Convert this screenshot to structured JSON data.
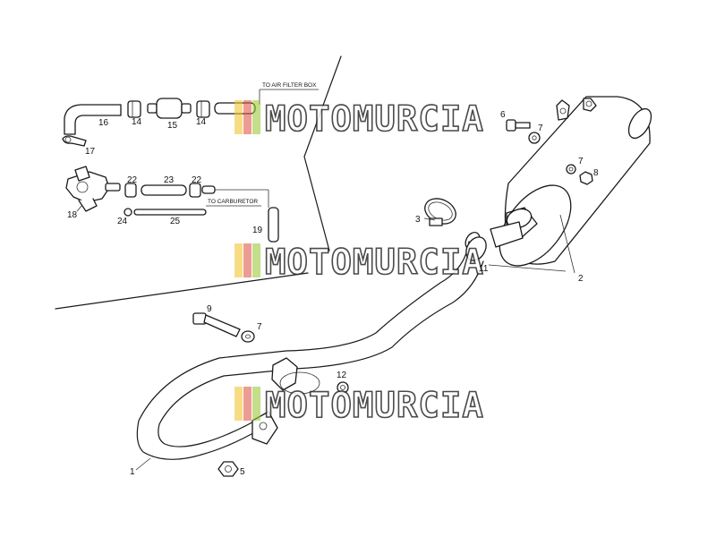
{
  "notes": {
    "air_filter": "TO AIR FILTER BOX",
    "carburetor": "TO CARBURETOR"
  },
  "watermark": {
    "text": "MOTOMURCIA",
    "stripe_colors": [
      "#f4c430",
      "#e05a4a",
      "#9cc83c"
    ]
  },
  "parts": [
    {
      "id": "1",
      "label": "1"
    },
    {
      "id": "2",
      "label": "2"
    },
    {
      "id": "3",
      "label": "3"
    },
    {
      "id": "5",
      "label": "5"
    },
    {
      "id": "6",
      "label": "6"
    },
    {
      "id": "7a",
      "label": "7"
    },
    {
      "id": "7b",
      "label": "7"
    },
    {
      "id": "7c",
      "label": "7"
    },
    {
      "id": "8",
      "label": "8"
    },
    {
      "id": "9",
      "label": "9"
    },
    {
      "id": "11",
      "label": "11"
    },
    {
      "id": "12",
      "label": "12"
    },
    {
      "id": "14a",
      "label": "14"
    },
    {
      "id": "14b",
      "label": "14"
    },
    {
      "id": "15",
      "label": "15"
    },
    {
      "id": "16",
      "label": "16"
    },
    {
      "id": "17",
      "label": "17"
    },
    {
      "id": "18",
      "label": "18"
    },
    {
      "id": "19",
      "label": "19"
    },
    {
      "id": "22a",
      "label": "22"
    },
    {
      "id": "22b",
      "label": "22"
    },
    {
      "id": "23",
      "label": "23"
    },
    {
      "id": "24",
      "label": "24"
    },
    {
      "id": "25",
      "label": "25"
    }
  ]
}
